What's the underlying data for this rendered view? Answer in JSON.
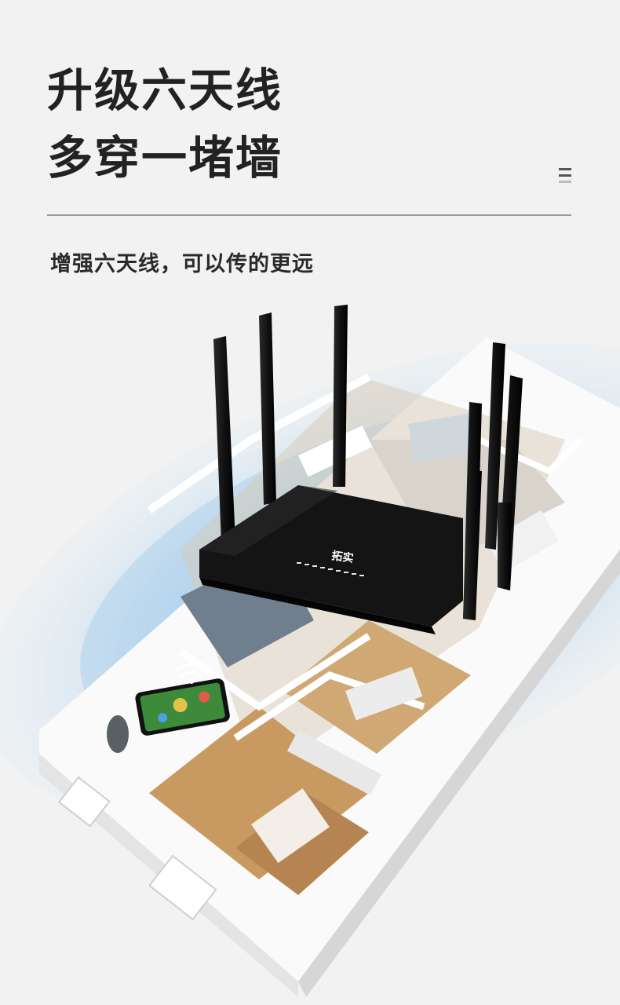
{
  "headline": {
    "line1": "升级六天线",
    "line2": "多穿一堵墙"
  },
  "subtitle": "增强六天线，可以传的更远",
  "router": {
    "brand": "拓实",
    "antenna_count": 6
  },
  "icons": {
    "menu": "menu-icon",
    "wifi": "wifi-icon"
  },
  "colors": {
    "signal": "#7fb7e6",
    "router": "#141414",
    "floor": "#c89a62",
    "wall": "#ffffff"
  }
}
